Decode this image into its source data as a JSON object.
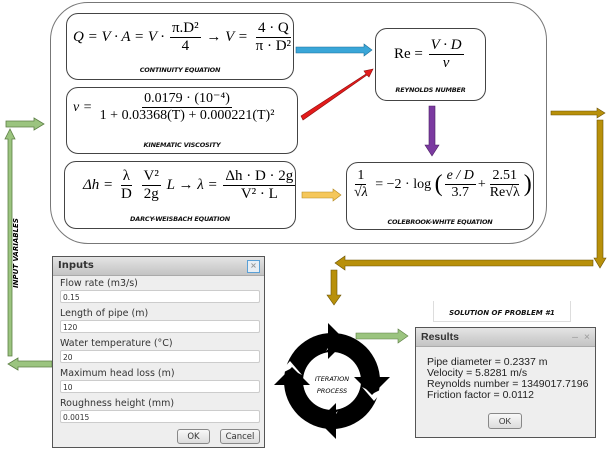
{
  "equations": {
    "continuity": {
      "caption": "CONTINUITY EQUATION",
      "lhs": "Q = V · A = V ·",
      "frac1_num": "π.D²",
      "frac1_den": "4",
      "arrow": "→ V =",
      "frac2_num": "4 · Q",
      "frac2_den": "π · D²"
    },
    "viscosity": {
      "caption": "KINEMATIC VISCOSITY",
      "lhs": "ν =",
      "num": "0.0179 · (10⁻⁴)",
      "den": "1 + 0.03368(T) + 0.000221(T)²"
    },
    "darcy": {
      "caption": "DARCY-WEISBACH EQUATION",
      "lhs": "Δh =",
      "f1_num": "λ",
      "f1_den": "D",
      "f2_num": "V²",
      "f2_den": "2g",
      "mid": "L → λ =",
      "f3_num": "Δh · D · 2g",
      "f3_den": "V² · L"
    },
    "reynolds": {
      "caption": "REYNOLDS NUMBER",
      "lhs": "Re =",
      "num": "V · D",
      "den": "ν"
    },
    "colebrook": {
      "caption": "COLEBROOK-WHITE EQUATION",
      "f1_num": "1",
      "f1_den": "√λ",
      "mid": "= −2 · log",
      "f2_num": "e / D",
      "f2_den": "3.7",
      "plus": "+",
      "f3_num": "2.51",
      "f3_den": "Re√λ"
    }
  },
  "labels": {
    "input_variables": "INPUT VARIABLES",
    "iteration_line1": "ITERATION",
    "iteration_line2": "PROCESS",
    "solution": "SOLUTION OF PROBLEM #1"
  },
  "inputs_dialog": {
    "title": "Inputs",
    "close_icon": "close-icon",
    "fields": [
      {
        "label": "Flow rate (m3/s)",
        "value": "0.15"
      },
      {
        "label": "Length of pipe (m)",
        "value": "120"
      },
      {
        "label": "Water temperature (°C)",
        "value": "20"
      },
      {
        "label": "Maximum head loss (m)",
        "value": "10"
      },
      {
        "label": "Roughness height (mm)",
        "value": "0.0015"
      }
    ],
    "ok_label": "OK",
    "cancel_label": "Cancel"
  },
  "results_dialog": {
    "title": "Results",
    "minimize_glyph": "–",
    "close_glyph": "×",
    "lines": [
      "Pipe diameter = 0.2337 m",
      "Velocity = 5.8281 m/s",
      "Reynolds number = 1349017.7196",
      "Friction factor = 0.0112"
    ],
    "ok_label": "OK"
  },
  "colors": {
    "green_arrow": "#9bc47f",
    "blue_arrow": "#3aa6d8",
    "red_arrow": "#e31b1b",
    "purple_arrow": "#7b3aa0",
    "yellow_arrow": "#f5c75a",
    "gold_arrow": "#b8900a"
  }
}
